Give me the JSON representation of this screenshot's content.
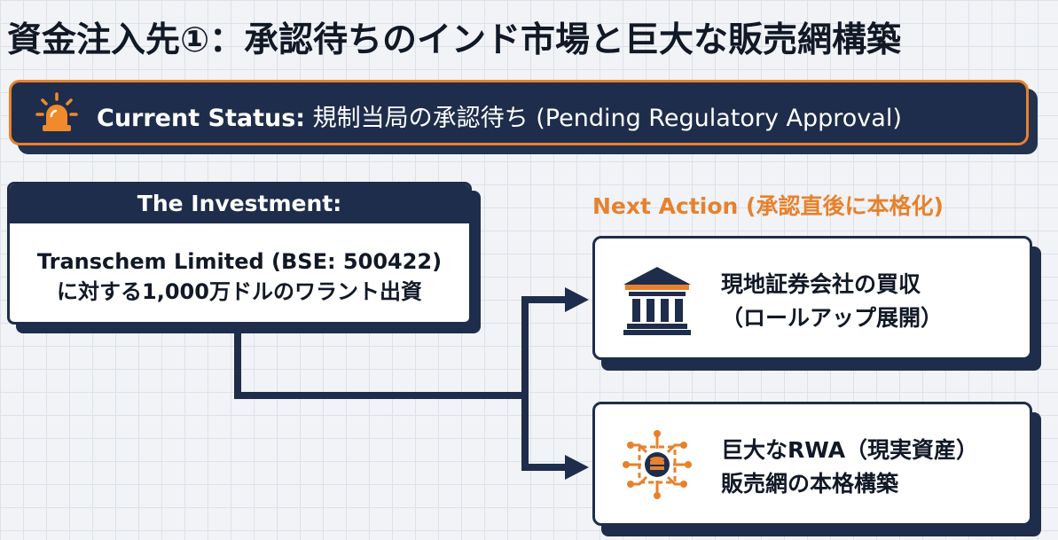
{
  "title": "資金注入先①：承認待ちのインド市場と巨大な販売網構築",
  "status": {
    "label": "Current Status:",
    "text": "規制当局の承認待ち (Pending Regulatory Approval)",
    "icon": "siren-icon",
    "accent": "#e8812c"
  },
  "investment": {
    "header": "The Investment:",
    "line1": "Transchem Limited (BSE: 500422)",
    "line2": "に対する1,000万ドルのワラント出資"
  },
  "next_action": {
    "label": "Next Action (承認直後に本格化)",
    "items": [
      {
        "line1": "現地証券会社の買収",
        "line2": "（ロールアップ展開）",
        "icon": "bank-icon"
      },
      {
        "line1": "巨大なRWA（現実資産）",
        "line2": "販売網の本格構築",
        "icon": "network-database-icon"
      }
    ]
  },
  "colors": {
    "navy": "#1e2d4b",
    "orange": "#e8812c",
    "background": "#f1f3f6"
  }
}
